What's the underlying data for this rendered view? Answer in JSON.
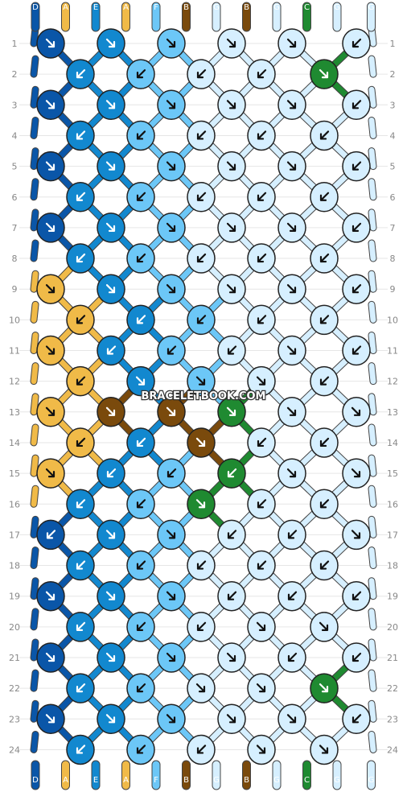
{
  "watermark": "BRACELETBOOK.COM",
  "colors": {
    "D": "#0a56a8",
    "A": "#f0ba48",
    "E": "#1288cf",
    "F": "#6cc7f7",
    "B": "#7a4a0c",
    "G": "#d6efff",
    "C": "#1f8a31"
  },
  "strings": [
    "D",
    "A",
    "E",
    "A",
    "F",
    "B",
    "G",
    "B",
    "G",
    "C",
    "G",
    "G"
  ],
  "rows": [
    {
      "label": "1",
      "knots": [
        {
          "c": "D",
          "a": "r"
        },
        {
          "c": "E",
          "a": "r"
        },
        {
          "c": "F",
          "a": "r"
        },
        {
          "c": "G",
          "a": "r"
        },
        {
          "c": "G",
          "a": "r"
        },
        {
          "c": "G",
          "a": "l"
        }
      ]
    },
    {
      "label": "2",
      "knots": [
        {
          "c": "E",
          "a": "l"
        },
        {
          "c": "F",
          "a": "l"
        },
        {
          "c": "G",
          "a": "l"
        },
        {
          "c": "G",
          "a": "l"
        },
        {
          "c": "C",
          "a": "r"
        }
      ]
    },
    {
      "label": "3",
      "knots": [
        {
          "c": "D",
          "a": "r"
        },
        {
          "c": "E",
          "a": "r"
        },
        {
          "c": "F",
          "a": "r"
        },
        {
          "c": "G",
          "a": "r"
        },
        {
          "c": "G",
          "a": "r"
        },
        {
          "c": "G",
          "a": "l"
        }
      ]
    },
    {
      "label": "4",
      "knots": [
        {
          "c": "E",
          "a": "l"
        },
        {
          "c": "F",
          "a": "l"
        },
        {
          "c": "G",
          "a": "l"
        },
        {
          "c": "G",
          "a": "l"
        },
        {
          "c": "G",
          "a": "l"
        }
      ]
    },
    {
      "label": "5",
      "knots": [
        {
          "c": "D",
          "a": "r"
        },
        {
          "c": "E",
          "a": "r"
        },
        {
          "c": "F",
          "a": "r"
        },
        {
          "c": "G",
          "a": "r"
        },
        {
          "c": "G",
          "a": "r"
        },
        {
          "c": "G",
          "a": "l"
        }
      ]
    },
    {
      "label": "6",
      "knots": [
        {
          "c": "E",
          "a": "l"
        },
        {
          "c": "F",
          "a": "l"
        },
        {
          "c": "G",
          "a": "l"
        },
        {
          "c": "G",
          "a": "l"
        },
        {
          "c": "G",
          "a": "l"
        }
      ]
    },
    {
      "label": "7",
      "knots": [
        {
          "c": "D",
          "a": "R"
        },
        {
          "c": "E",
          "a": "r"
        },
        {
          "c": "F",
          "a": "r"
        },
        {
          "c": "G",
          "a": "r"
        },
        {
          "c": "G",
          "a": "r"
        },
        {
          "c": "G",
          "a": "l"
        }
      ]
    },
    {
      "label": "8",
      "knots": [
        {
          "c": "E",
          "a": "l"
        },
        {
          "c": "F",
          "a": "l"
        },
        {
          "c": "G",
          "a": "l"
        },
        {
          "c": "G",
          "a": "l"
        },
        {
          "c": "G",
          "a": "l"
        }
      ]
    },
    {
      "label": "9",
      "knots": [
        {
          "c": "A",
          "a": "r"
        },
        {
          "c": "E",
          "a": "R"
        },
        {
          "c": "F",
          "a": "R"
        },
        {
          "c": "G",
          "a": "R"
        },
        {
          "c": "G",
          "a": "r"
        },
        {
          "c": "G",
          "a": "l"
        }
      ]
    },
    {
      "label": "10",
      "knots": [
        {
          "c": "A",
          "a": "l"
        },
        {
          "c": "E",
          "a": "l"
        },
        {
          "c": "F",
          "a": "l"
        },
        {
          "c": "G",
          "a": "l"
        },
        {
          "c": "G",
          "a": "l"
        }
      ]
    },
    {
      "label": "11",
      "knots": [
        {
          "c": "A",
          "a": "r"
        },
        {
          "c": "E",
          "a": "l"
        },
        {
          "c": "F",
          "a": "l"
        },
        {
          "c": "G",
          "a": "l"
        },
        {
          "c": "G",
          "a": "R"
        },
        {
          "c": "G",
          "a": "l"
        }
      ]
    },
    {
      "label": "12",
      "knots": [
        {
          "c": "A",
          "a": "l"
        },
        {
          "c": "E",
          "a": "R"
        },
        {
          "c": "F",
          "a": "R"
        },
        {
          "c": "G",
          "a": "R"
        },
        {
          "c": "G",
          "a": "l"
        }
      ]
    },
    {
      "label": "13",
      "knots": [
        {
          "c": "A",
          "a": "r"
        },
        {
          "c": "B",
          "a": "r"
        },
        {
          "c": "B",
          "a": "r"
        },
        {
          "c": "C",
          "a": "r"
        },
        {
          "c": "G",
          "a": "r"
        },
        {
          "c": "G",
          "a": "R"
        }
      ]
    },
    {
      "label": "14",
      "knots": [
        {
          "c": "A",
          "a": "l"
        },
        {
          "c": "E",
          "a": "L"
        },
        {
          "c": "B",
          "a": "R"
        },
        {
          "c": "G",
          "a": "l"
        },
        {
          "c": "G",
          "a": "l"
        }
      ]
    },
    {
      "label": "15",
      "knots": [
        {
          "c": "A",
          "a": "r"
        },
        {
          "c": "E",
          "a": "L"
        },
        {
          "c": "F",
          "a": "L"
        },
        {
          "c": "C",
          "a": "L"
        },
        {
          "c": "G",
          "a": "r"
        },
        {
          "c": "G",
          "a": "R"
        }
      ]
    },
    {
      "label": "16",
      "knots": [
        {
          "c": "E",
          "a": "l"
        },
        {
          "c": "F",
          "a": "l"
        },
        {
          "c": "C",
          "a": "r"
        },
        {
          "c": "G",
          "a": "L"
        },
        {
          "c": "G",
          "a": "l"
        }
      ]
    },
    {
      "label": "17",
      "knots": [
        {
          "c": "D",
          "a": "L"
        },
        {
          "c": "E",
          "a": "r"
        },
        {
          "c": "F",
          "a": "r"
        },
        {
          "c": "G",
          "a": "L"
        },
        {
          "c": "G",
          "a": "L"
        },
        {
          "c": "G",
          "a": "R"
        }
      ]
    },
    {
      "label": "18",
      "knots": [
        {
          "c": "E",
          "a": "l"
        },
        {
          "c": "F",
          "a": "l"
        },
        {
          "c": "G",
          "a": "l"
        },
        {
          "c": "G",
          "a": "L"
        },
        {
          "c": "G",
          "a": "L"
        }
      ]
    },
    {
      "label": "19",
      "knots": [
        {
          "c": "D",
          "a": "r"
        },
        {
          "c": "E",
          "a": "r"
        },
        {
          "c": "F",
          "a": "r"
        },
        {
          "c": "G",
          "a": "L"
        },
        {
          "c": "G",
          "a": "l"
        },
        {
          "c": "G",
          "a": "l"
        }
      ]
    },
    {
      "label": "20",
      "knots": [
        {
          "c": "E",
          "a": "l"
        },
        {
          "c": "F",
          "a": "l"
        },
        {
          "c": "G",
          "a": "l"
        },
        {
          "c": "G",
          "a": "r"
        },
        {
          "c": "G",
          "a": "r"
        }
      ]
    },
    {
      "label": "21",
      "knots": [
        {
          "c": "D",
          "a": "r"
        },
        {
          "c": "E",
          "a": "r"
        },
        {
          "c": "F",
          "a": "r"
        },
        {
          "c": "G",
          "a": "r"
        },
        {
          "c": "G",
          "a": "L"
        },
        {
          "c": "G",
          "a": "l"
        }
      ]
    },
    {
      "label": "22",
      "knots": [
        {
          "c": "E",
          "a": "l"
        },
        {
          "c": "F",
          "a": "l"
        },
        {
          "c": "G",
          "a": "R"
        },
        {
          "c": "G",
          "a": "R"
        },
        {
          "c": "C",
          "a": "R"
        }
      ]
    },
    {
      "label": "23",
      "knots": [
        {
          "c": "D",
          "a": "r"
        },
        {
          "c": "E",
          "a": "r"
        },
        {
          "c": "F",
          "a": "r"
        },
        {
          "c": "G",
          "a": "r"
        },
        {
          "c": "G",
          "a": "R"
        },
        {
          "c": "G",
          "a": "l"
        }
      ]
    },
    {
      "label": "24",
      "knots": [
        {
          "c": "E",
          "a": "l"
        },
        {
          "c": "F",
          "a": "l"
        },
        {
          "c": "G",
          "a": "l"
        },
        {
          "c": "G",
          "a": "R"
        },
        {
          "c": "G",
          "a": "R"
        }
      ]
    }
  ]
}
